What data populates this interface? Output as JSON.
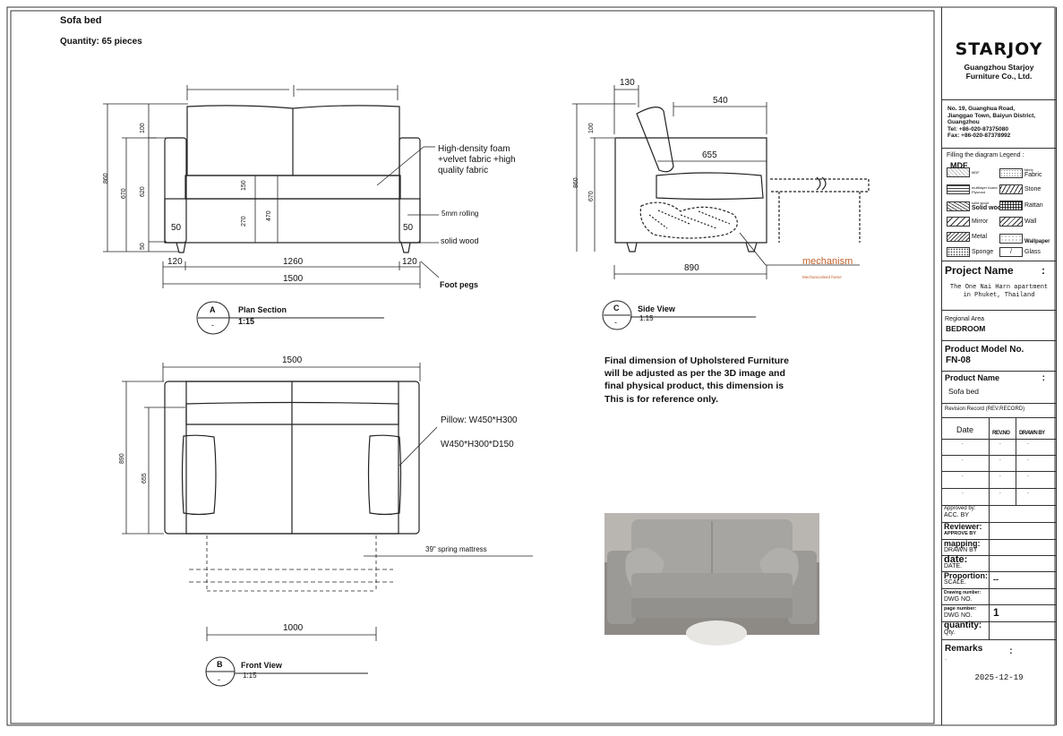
{
  "header": {
    "title": "Sofa bed",
    "quantity": "Quantity: 65 pieces"
  },
  "plan": {
    "dims": {
      "total_height": "860",
      "seat_height": "670",
      "back_top": "100",
      "back_full": "620",
      "leg_height": "50",
      "cushion": "150",
      "seat_to_floor": "270",
      "arm_height": "470",
      "arm_left": "50",
      "arm_right": "50",
      "arm_w_left": "120",
      "inner_w": "1260",
      "arm_w_right": "120",
      "overall_w": "1500"
    },
    "notes": {
      "foam1": "High-density foam",
      "foam2": "+velvet fabric +high",
      "foam3": "quality fabric",
      "rolling": "5mm rolling",
      "wood": "solid wood",
      "pegs": "Foot pegs"
    },
    "callout": {
      "letter": "A",
      "dash": "-",
      "title": "Plan Section",
      "scale": "1:15"
    }
  },
  "side": {
    "dims": {
      "top_depth": "130",
      "back_w": "540",
      "seat_d": "655",
      "total_h": "860",
      "seat_h": "670",
      "back_top": "100",
      "depth": "890"
    },
    "notes": {
      "mech": "mechanism",
      "mech_sub": "Mechanicalised frame"
    },
    "callout": {
      "letter": "C",
      "dash": "-",
      "title": "Side View",
      "scale": "1:15"
    }
  },
  "front": {
    "dims": {
      "width": "1500",
      "depth": "890",
      "inner": "655",
      "mattress_w": "1000"
    },
    "notes": {
      "pillow1": "Pillow: W450*H300",
      "pillow2": "W450*H300*D150",
      "mattress": "39\" spring mattress"
    },
    "callout": {
      "letter": "B",
      "dash": "-",
      "title": "Front View",
      "scale": "1:15"
    }
  },
  "final_note": [
    "Final dimension of Upholstered Furniture",
    "will be adjusted as per the 3D image and",
    "final physical product, this dimension is",
    "This is for reference only."
  ],
  "title_block": {
    "logo": "STARJOY",
    "company": [
      "Guangzhou Starjoy",
      "Furniture Co., Ltd."
    ],
    "address": [
      "No. 19, Guanghua Road,",
      "Jianggao Town, Baiyun District,",
      "Guangzhou",
      "Tel: +86-020-87375080",
      "Fax: +86-020-87378992"
    ],
    "legend_title": "Filling the diagram Legend :",
    "legend": [
      {
        "tag": "MDF",
        "sub": "MDF",
        "right_sub": "fabric",
        "right": "Fabric"
      },
      {
        "tag": "",
        "sub": "multilayer board Plywood",
        "right_sub": "",
        "right": "Stone"
      },
      {
        "tag": "",
        "sub": "solid wood",
        "label": "Solid wood",
        "right_sub": "",
        "right": "Rattan"
      },
      {
        "tag": "",
        "sub": "",
        "label": "Mirror",
        "right_sub": "",
        "right": "Wall"
      },
      {
        "tag": "",
        "sub": "",
        "label": "Metal",
        "right_sub": "",
        "right": "Wallpaper"
      },
      {
        "tag": "",
        "sub": "",
        "label": "Sponge",
        "right_sub": "",
        "right": "Glass"
      }
    ],
    "project_label": "Project Name",
    "project_colon": ":",
    "project_value": [
      "The One Nai Harn apartment",
      "in Phuket, Thailand"
    ],
    "region_label": "Regional Area",
    "region_value": "BEDROOM",
    "model_label": "Product Model No.",
    "model_value": "FN-08",
    "product_label": "Product Name",
    "product_colon": ":",
    "product_value": "Sofa bed",
    "revision_label": "Revision Record (REV.RECORD)",
    "rev_headers": [
      "Date",
      "REV.NO",
      "DRAWN BY"
    ],
    "rev_dot": ".",
    "approved": [
      "Approved by:",
      "ACC. BY"
    ],
    "reviewer": "Reviewer:",
    "approve_by": "APPROVE BY",
    "mapping": "mapping:",
    "drawn_by": "DRAWN BY",
    "date_label": "date:",
    "date_sub": "DATE.",
    "proportion": "Proportion:",
    "scale_sub": "SCALE.",
    "proportion_value": "--",
    "drawing_number": "Drawing number:",
    "dwg_no": "DWG NO.",
    "page_number": "page number:",
    "page_dwg": "DWG NO.",
    "page_value": "1",
    "quantity_label": "quantity:",
    "qty_sub": "Qty.",
    "remarks": "Remarks",
    "remarks_colon": ":",
    "remarks_dot": ".",
    "date_value": "2025-12-19"
  },
  "colors": {
    "line": "#222222",
    "mechanism": "#c0602a",
    "photo_bg": "#8d8a86",
    "sofa_grey": "#a7a5a2"
  }
}
